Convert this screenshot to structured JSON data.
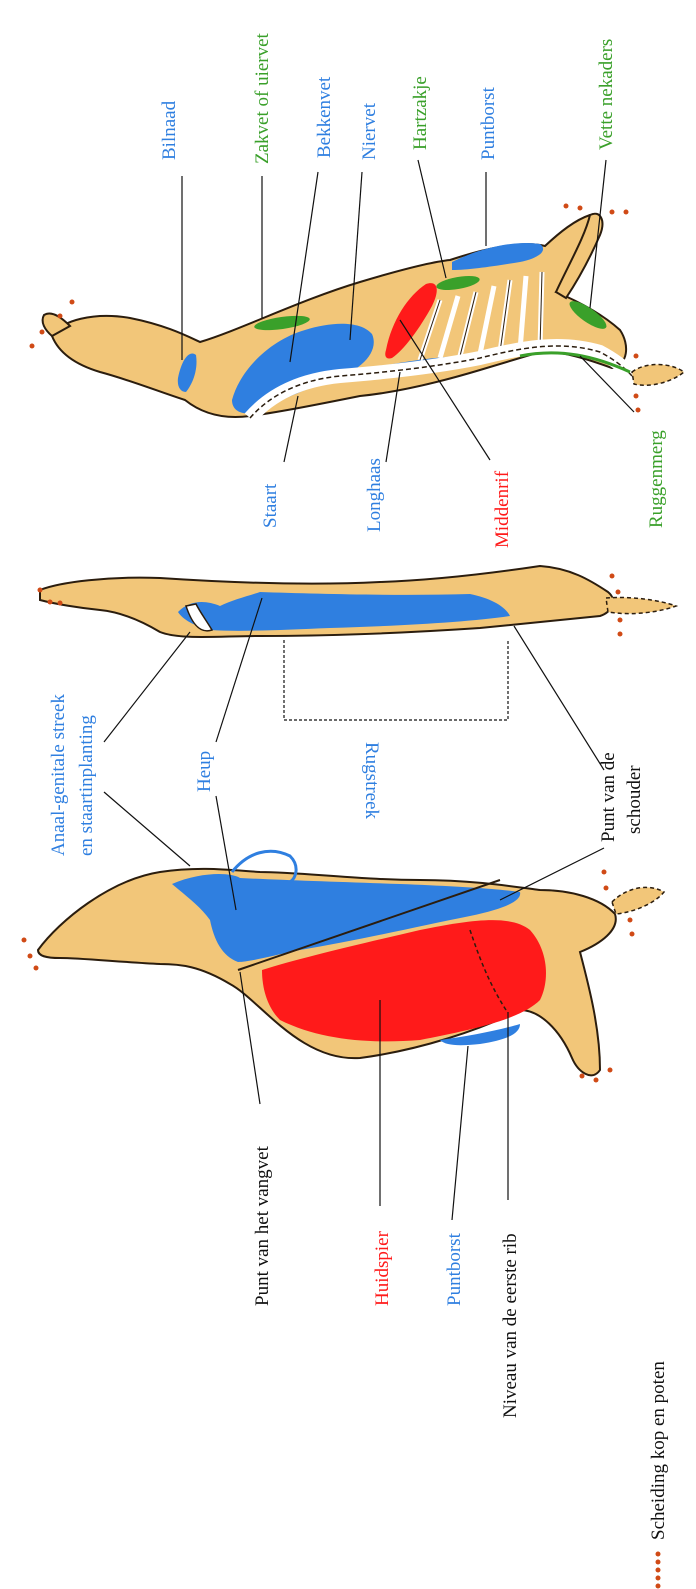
{
  "colors": {
    "carcass": "#f2c679",
    "outline": "#2b1d0e",
    "blue": "#2f7fe0",
    "red": "#ff1a1a",
    "green": "#3aa02a",
    "black": "#111111",
    "dots": "#d04a16"
  },
  "labels": {
    "bilnaad": "Bilnaad",
    "zakvet": "Zakvet of uiervet",
    "bekkenvet": "Bekkenvet",
    "niervet": "Niervet",
    "hartzakje": "Hartzakje",
    "puntborst_top": "Puntborst",
    "vette_nekaders": "Vette nekaders",
    "staart": "Staart",
    "longhaas": "Longhaas",
    "middenrif": "Middenrif",
    "ruggenmerg": "Ruggenmerg",
    "anaal_line1": "Anaal-genitale streek",
    "anaal_line2": "en staartinplanting",
    "heup": "Heup",
    "rugstreek": "Rugstreek",
    "punt_schouder_line1": "Punt van de",
    "punt_schouder_line2": "schouder",
    "punt_vangvet": "Punt van het vangvet",
    "huidspier": "Huidspier",
    "puntborst_bottom": "Puntborst",
    "niveau_rib": "Niveau van de eerste rib",
    "scheiding": "Scheiding kop en poten",
    "corner": "... "
  }
}
